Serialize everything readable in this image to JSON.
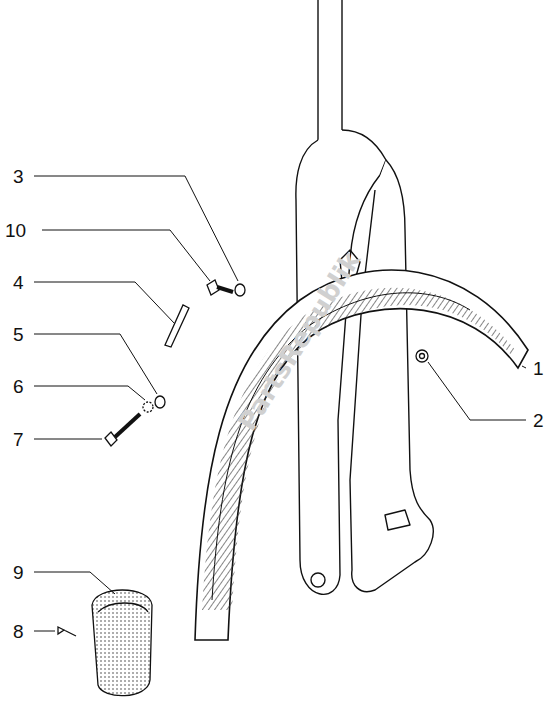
{
  "diagram": {
    "labels": [
      "3",
      "10",
      "4",
      "5",
      "6",
      "7",
      "9",
      "8",
      "1",
      "2",
      "PartsRepublik"
    ]
  }
}
